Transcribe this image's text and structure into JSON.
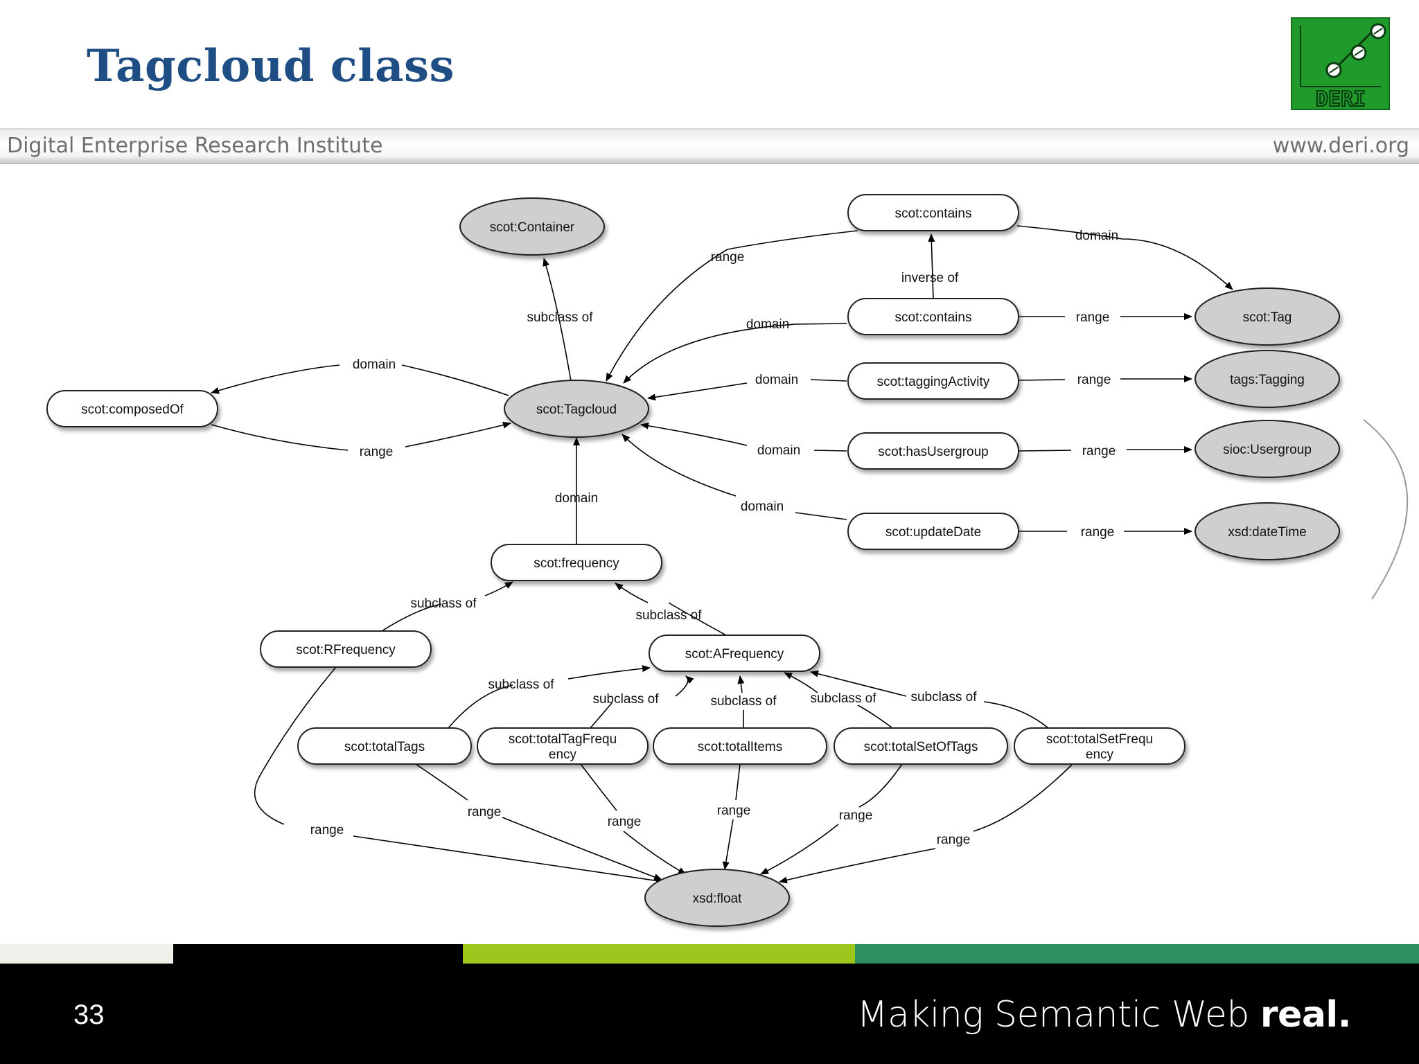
{
  "slide": {
    "title": "Tagcloud class",
    "institute": "Digital Enterprise Research Institute",
    "url": "www.deri.org",
    "logo_text": "DERI",
    "page_number": "33",
    "tagline_regular": "Making Semantic Web",
    "tagline_bold": "real."
  },
  "colors": {
    "title": "#1f4e85",
    "logo_green": "#1f9a2b",
    "class_node_fill": "#cfcfcf",
    "property_node_fill": "#ffffff",
    "strip_black": "#000000",
    "strip_lime": "#9dc71a",
    "strip_teal": "#2e8f5e"
  },
  "diagram": {
    "nodes": [
      {
        "id": "container",
        "label": "scot:Container",
        "kind": "class"
      },
      {
        "id": "contains1",
        "label": "scot:contains",
        "kind": "property"
      },
      {
        "id": "contains2",
        "label": "scot:contains",
        "kind": "property"
      },
      {
        "id": "tag",
        "label": "scot:Tag",
        "kind": "class"
      },
      {
        "id": "taggingActivity",
        "label": "scot:taggingActivity",
        "kind": "property"
      },
      {
        "id": "tagging",
        "label": "tags:Tagging",
        "kind": "class"
      },
      {
        "id": "composedOf",
        "label": "scot:composedOf",
        "kind": "property"
      },
      {
        "id": "tagcloud",
        "label": "scot:Tagcloud",
        "kind": "class"
      },
      {
        "id": "hasUsergroup",
        "label": "scot:hasUsergroup",
        "kind": "property"
      },
      {
        "id": "usergroup",
        "label": "sioc:Usergroup",
        "kind": "class"
      },
      {
        "id": "updateDate",
        "label": "scot:updateDate",
        "kind": "property"
      },
      {
        "id": "dateTime",
        "label": "xsd:dateTime",
        "kind": "class"
      },
      {
        "id": "frequency",
        "label": "scot:frequency",
        "kind": "property"
      },
      {
        "id": "rfrequency",
        "label": "scot:RFrequency",
        "kind": "property"
      },
      {
        "id": "afrequency",
        "label": "scot:AFrequency",
        "kind": "property"
      },
      {
        "id": "totalTags",
        "label": "scot:totalTags",
        "kind": "property"
      },
      {
        "id": "totalTagFreq",
        "label": "scot:totalTagFrequ\nency",
        "kind": "property"
      },
      {
        "id": "totalItems",
        "label": "scot:totalItems",
        "kind": "property"
      },
      {
        "id": "totalSetOfTags",
        "label": "scot:totalSetOfTags",
        "kind": "property"
      },
      {
        "id": "totalSetFreq",
        "label": "scot:totalSetFrequ\nency",
        "kind": "property"
      },
      {
        "id": "float",
        "label": "xsd:float",
        "kind": "class"
      }
    ],
    "edges": [
      {
        "id": "e1",
        "label": "subclass of"
      },
      {
        "id": "e2",
        "label": "range"
      },
      {
        "id": "e3",
        "label": "domain"
      },
      {
        "id": "e4",
        "label": "inverse of"
      },
      {
        "id": "e5",
        "label": "domain"
      },
      {
        "id": "e6",
        "label": "range"
      },
      {
        "id": "e7",
        "label": "domain"
      },
      {
        "id": "e8",
        "label": "range"
      },
      {
        "id": "e9",
        "label": "domain"
      },
      {
        "id": "e10",
        "label": "range"
      },
      {
        "id": "e11",
        "label": "domain"
      },
      {
        "id": "e12",
        "label": "range"
      },
      {
        "id": "e13",
        "label": "domain"
      },
      {
        "id": "e14",
        "label": "range"
      },
      {
        "id": "e15",
        "label": "domain"
      },
      {
        "id": "e16",
        "label": "subclass of"
      },
      {
        "id": "e17",
        "label": "subclass of"
      },
      {
        "id": "e18",
        "label": "subclass of"
      },
      {
        "id": "e19",
        "label": "subclass of"
      },
      {
        "id": "e20",
        "label": "subclass of"
      },
      {
        "id": "e21",
        "label": "subclass of"
      },
      {
        "id": "e22",
        "label": "subclass of"
      },
      {
        "id": "e23",
        "label": "range"
      },
      {
        "id": "e24",
        "label": "range"
      },
      {
        "id": "e25",
        "label": "range"
      },
      {
        "id": "e26",
        "label": "range"
      },
      {
        "id": "e27",
        "label": "range"
      },
      {
        "id": "e28",
        "label": "range"
      }
    ]
  }
}
